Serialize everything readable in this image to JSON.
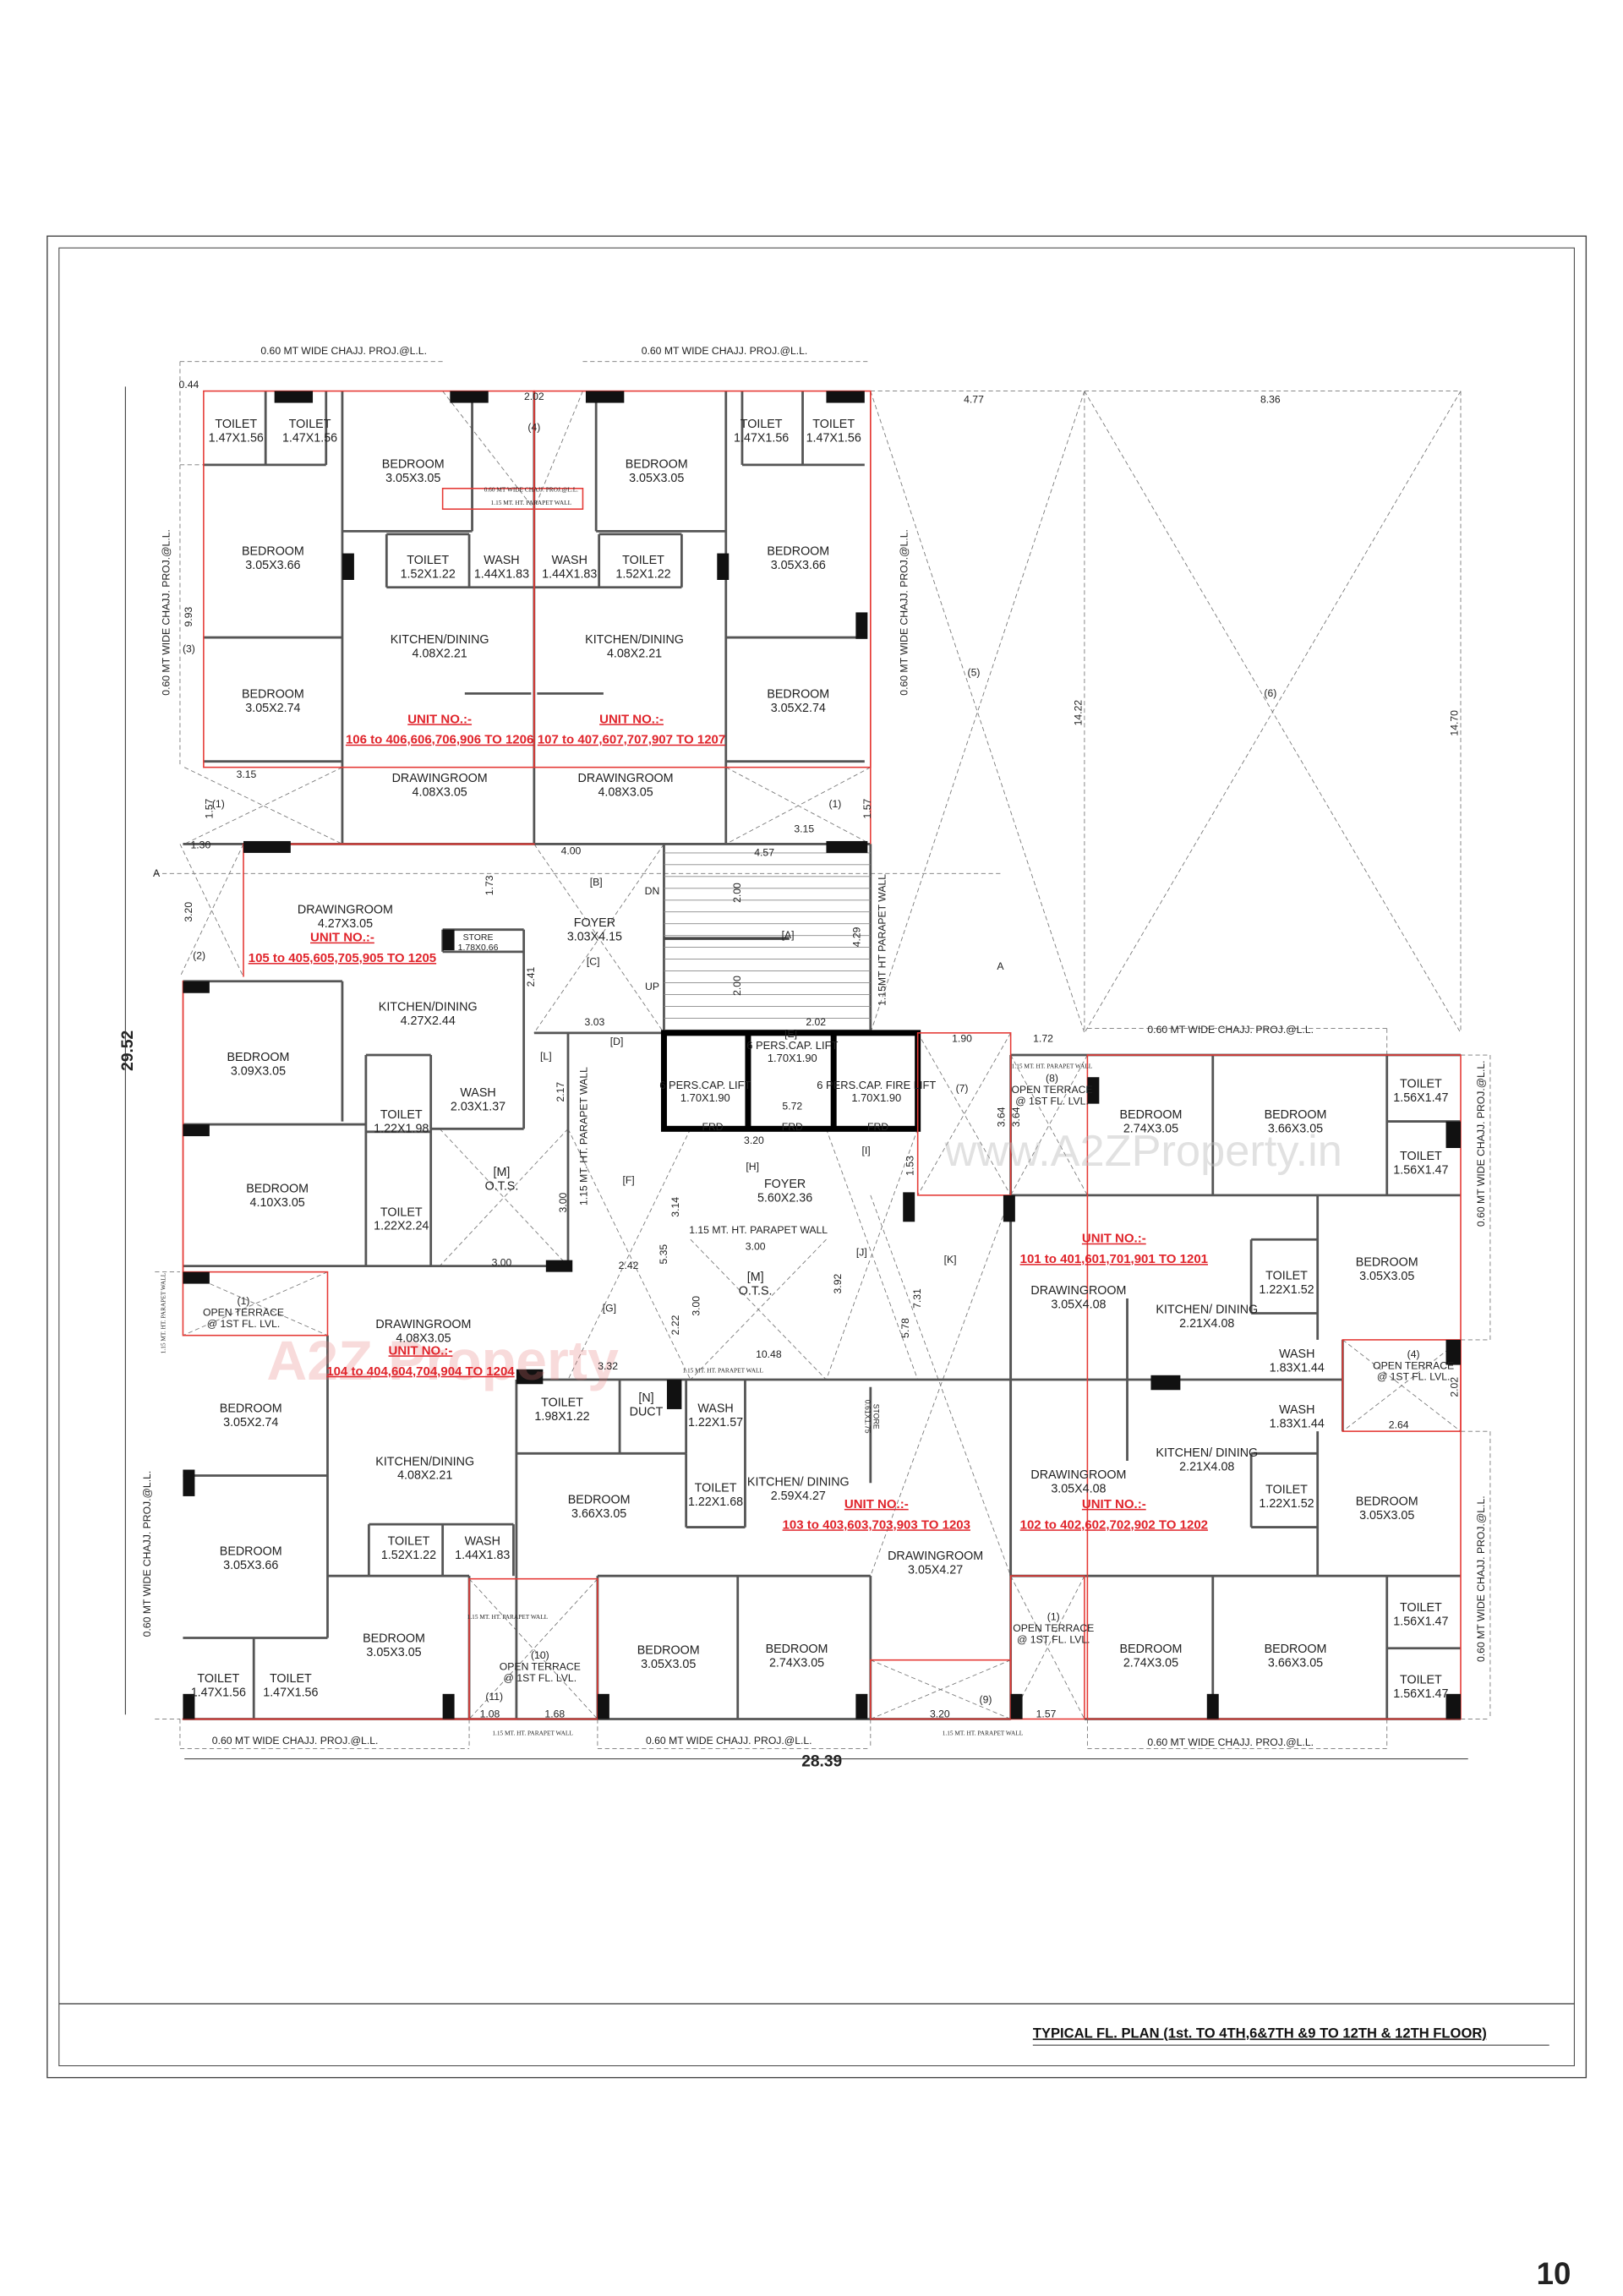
{
  "drawing": {
    "title": "TYPICAL FL. PLAN  (1st. TO 4TH,6&7TH &9 TO 12TH & 12TH FLOOR)",
    "page_number": "10",
    "watermark_url": "www.A2ZProperty.in",
    "watermark_logo": "A2Z Property",
    "colors": {
      "unit_label": "#e0242b",
      "outline": "#e53935",
      "wall": "#555555",
      "column": "#111111"
    }
  },
  "rooms": [
    {
      "name": "TOILET",
      "size": "1.47X1.56"
    },
    {
      "name": "TOILET",
      "size": "1.47X1.56"
    },
    {
      "name": "BEDROOM",
      "size": "3.05X3.05"
    },
    {
      "name": "BEDROOM",
      "size": "3.05X3.66"
    },
    {
      "name": "TOILET",
      "size": "1.52X1.22"
    },
    {
      "name": "WASH",
      "size": "1.44X1.83"
    },
    {
      "name": "KITCHEN/DINING",
      "size": "4.08X2.21"
    },
    {
      "name": "BEDROOM",
      "size": "3.05X2.74"
    },
    {
      "name": "DRAWINGROOM",
      "size": "4.08X3.05"
    },
    {
      "name": "WASH",
      "size": "1.44X1.83"
    },
    {
      "name": "TOILET",
      "size": "1.52X1.22"
    },
    {
      "name": "BEDROOM",
      "size": "3.05X3.05"
    },
    {
      "name": "TOILET",
      "size": "1.47X1.56"
    },
    {
      "name": "TOILET",
      "size": "1.47X1.56"
    },
    {
      "name": "BEDROOM",
      "size": "3.05X3.66"
    },
    {
      "name": "KITCHEN/DINING",
      "size": "4.08X2.21"
    },
    {
      "name": "BEDROOM",
      "size": "3.05X2.74"
    },
    {
      "name": "DRAWINGROOM",
      "size": "4.08X3.05"
    },
    {
      "name": "DRAWINGROOM",
      "size": "4.27X3.05"
    },
    {
      "name": "STORE",
      "size": "1.78X0.66"
    },
    {
      "name": "KITCHEN/DINING",
      "size": "4.27X2.44"
    },
    {
      "name": "BEDROOM",
      "size": "3.09X3.05"
    },
    {
      "name": "WASH",
      "size": "2.03X1.37"
    },
    {
      "name": "TOILET",
      "size": "1.22X1.98"
    },
    {
      "name": "BEDROOM",
      "size": "4.10X3.05"
    },
    {
      "name": "TOILET",
      "size": "1.22X2.24"
    },
    {
      "name": "[M]",
      "size": "O.T.S."
    },
    {
      "name": "FOYER",
      "size": "3.03X4.15"
    },
    {
      "name": "6 PERS.CAP. LIFT",
      "size": "1.70X1.90"
    },
    {
      "name": "6 PERS.CAP. LIFT",
      "size": "1.70X1.90"
    },
    {
      "name": "6 PERS.CAP. FIRE LIFT",
      "size": "1.70X1.90"
    },
    {
      "name": "FOYER",
      "size": "5.60X2.36"
    },
    {
      "name": "[M]",
      "size": "O.T.S."
    },
    {
      "name": "DRAWINGROOM",
      "size": "4.08X3.05"
    },
    {
      "name": "BEDROOM",
      "size": "3.05X2.74"
    },
    {
      "name": "KITCHEN/DINING",
      "size": "4.08X2.21"
    },
    {
      "name": "BEDROOM",
      "size": "3.05X3.66"
    },
    {
      "name": "TOILET",
      "size": "1.52X1.22"
    },
    {
      "name": "WASH",
      "size": "1.44X1.83"
    },
    {
      "name": "BEDROOM",
      "size": "3.05X3.05"
    },
    {
      "name": "TOILET",
      "size": "1.47X1.56"
    },
    {
      "name": "TOILET",
      "size": "1.47X1.56"
    },
    {
      "name": "TOILET",
      "size": "1.98X1.22"
    },
    {
      "name": "[N]",
      "size": "DUCT"
    },
    {
      "name": "WASH",
      "size": "1.22X1.57"
    },
    {
      "name": "BEDROOM",
      "size": "3.66X3.05"
    },
    {
      "name": "TOILET",
      "size": "1.22X1.68"
    },
    {
      "name": "KITCHEN/ DINING",
      "size": "2.59X4.27"
    },
    {
      "name": "DRAWINGROOM",
      "size": "3.05X4.27"
    },
    {
      "name": "BEDROOM",
      "size": "3.05X3.05"
    },
    {
      "name": "BEDROOM",
      "size": "2.74X3.05"
    },
    {
      "name": "DRAWINGROOM",
      "size": "3.05X4.08"
    },
    {
      "name": "KITCHEN/ DINING",
      "size": "2.21X4.08"
    },
    {
      "name": "TOILET",
      "size": "1.22X1.52"
    },
    {
      "name": "BEDROOM",
      "size": "3.05X3.05"
    },
    {
      "name": "WASH",
      "size": "1.83X1.44"
    },
    {
      "name": "BEDROOM",
      "size": "2.74X3.05"
    },
    {
      "name": "BEDROOM",
      "size": "3.66X3.05"
    },
    {
      "name": "TOILET",
      "size": "1.56X1.47"
    },
    {
      "name": "TOILET",
      "size": "1.56X1.47"
    },
    {
      "name": "WASH",
      "size": "1.83X1.44"
    },
    {
      "name": "KITCHEN/ DINING",
      "size": "2.21X4.08"
    },
    {
      "name": "DRAWINGROOM",
      "size": "3.05X4.08"
    },
    {
      "name": "TOILET",
      "size": "1.22X1.52"
    },
    {
      "name": "BEDROOM",
      "size": "3.05X3.05"
    },
    {
      "name": "BEDROOM",
      "size": "2.74X3.05"
    },
    {
      "name": "BEDROOM",
      "size": "3.66X3.05"
    },
    {
      "name": "TOILET",
      "size": "1.56X1.47"
    },
    {
      "name": "TOILET",
      "size": "1.56X1.47"
    },
    {
      "name": "STORE",
      "size": "0.61X1.75"
    }
  ],
  "units": [
    {
      "heading": "UNIT NO.:-",
      "numbers": "106 to 406,606,706,906 TO 1206"
    },
    {
      "heading": "UNIT NO.:-",
      "numbers": "107 to 407,607,707,907 TO 1207"
    },
    {
      "heading": "UNIT NO.:-",
      "numbers": "105 to 405,605,705,905 TO 1205"
    },
    {
      "heading": "UNIT NO.:-",
      "numbers": "104 to 404,604,704,904 TO 1204"
    },
    {
      "heading": "UNIT NO.:-",
      "numbers": "103 to 403,603,703,903 TO 1203"
    },
    {
      "heading": "UNIT NO.:-",
      "numbers": "101 to 401,601,701,901 TO 1201"
    },
    {
      "heading": "UNIT NO.:-",
      "numbers": "102 to 402,602,702,902 TO 1202"
    }
  ],
  "terraces": [
    {
      "marker": "(1)",
      "label": "OPEN TERRACE",
      "level": "@ 1ST FL. LVL."
    },
    {
      "marker": "(8)",
      "label": "OPEN TERRACE",
      "level": "@ 1ST FL. LVL."
    },
    {
      "marker": "(4)",
      "label": "OPEN TERRACE",
      "level": "@ 1ST FL. LVL."
    },
    {
      "marker": "(10)",
      "label": "OPEN TERRACE",
      "level": "@ 1ST FL. LVL."
    },
    {
      "marker": "(1)",
      "label": "OPEN TERRACE",
      "level": "@ 1ST FL. LVL."
    }
  ],
  "labels": [
    "0.60 MT WIDE CHAJJ. PROJ.@L.L.",
    "0.60 MT WIDE CHAJJ. PROJ.@L.L.",
    "0.60 MT WIDE CHAJJ. PROJ.@L.L.",
    "0.60 MT WIDE CHAJJ. PROJ.@L.L.",
    "0.60 MT WIDE CHAJJ. PROJ.@L.L.",
    "0.60 MT WIDE CHAJJ. PROJ.@L.L.",
    "0.60 MT WIDE CHAJJ. PROJ.@L.L.",
    "0.60 MT WIDE CHAJJ. PROJ.@L.L.",
    "0.60 MT WIDE CHAJJ. PROJ.@L.L.",
    "0.60 MT WIDE CHAJJ. PROJ.@L.L.",
    "0.60 MT WIDE CHAJJ. PROJ.@L.L.",
    "29.52",
    "28.39",
    "14.22",
    "14.70",
    "4.77",
    "8.36",
    "(5)",
    "(6)",
    "(4)",
    "(7)",
    "2.02",
    "0.44",
    "1.15MT HT PARAPET WALL",
    "1.15 MT. HT. PARAPET WALL",
    "1.15 MT. HT.  PARAPET WALL",
    "DN",
    "UP",
    "[A]",
    "[B]",
    "[C]",
    "A",
    "A",
    "10.48",
    "9.93",
    "FRD",
    "FRD",
    "FRD",
    "5.72",
    "[H]",
    "[F]",
    "[G]",
    "[J]",
    "[K]",
    "[I]",
    "[D]",
    "[E]",
    "[L]",
    "3.32",
    "3.15",
    "3.15",
    "4.00",
    "4.57",
    "2.02",
    "3.03",
    "1.90",
    "1.72",
    "3.20",
    "1.57",
    "1.08",
    "1.68",
    "3.00",
    "2.42",
    "3.00",
    "3.20",
    "2.64",
    "1.15 MT. HT. PARAPET WALL",
    "1.15 MT. HT. PARAPET WALL",
    "1.15 MT. HT. PARAPET WALL",
    "1.15 MT. HT. PARAPET WALL",
    "1.15 MT. HT. PARAPET WALL",
    "1.15 MT. HT. PARAPET WALL",
    "0.60 MT WIDE CHAJJ. PROJ.@L.L.",
    "1.15 MT. HT. PARAPET WALL",
    "(11)",
    "(1)",
    "(1)",
    "(2)",
    "(3)",
    "(9)",
    "2.41",
    "1.73",
    "2.17",
    "3.00",
    "3.14",
    "5.35",
    "2.22",
    "3.00",
    "3.92",
    "5.78",
    "7.31",
    "1.53",
    "3.64",
    "3.64",
    "2.00",
    "2.00",
    "4.29",
    "1.57",
    "1.57",
    "3.20",
    "2.02",
    "1.30"
  ]
}
